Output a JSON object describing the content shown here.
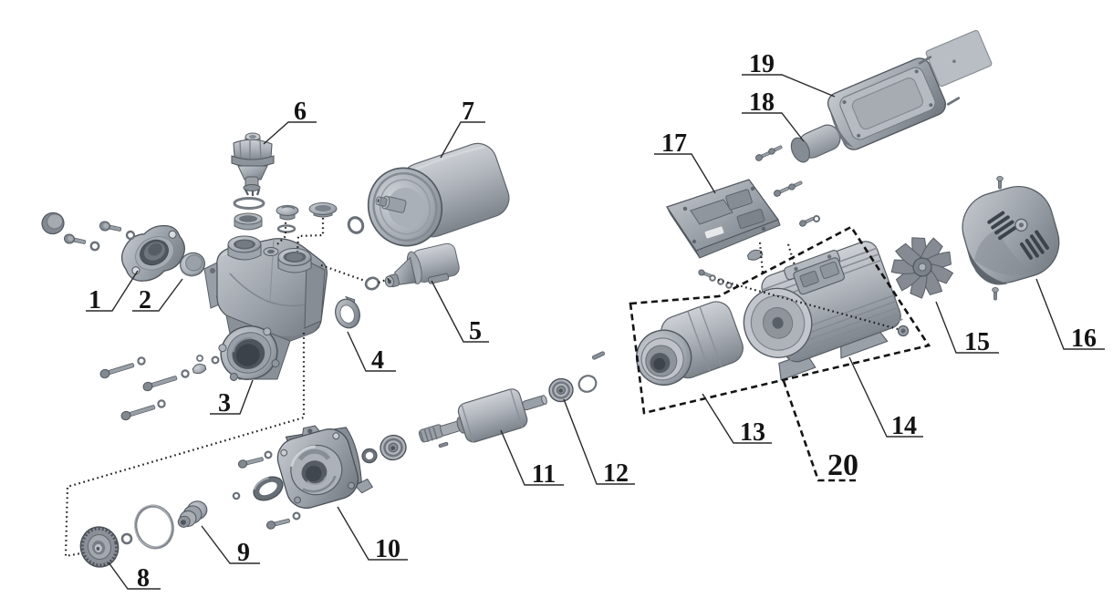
{
  "diagram": {
    "type": "exploded-parts-diagram",
    "subject": "jet-pump-exploded-view",
    "background_color": "#ffffff",
    "line_color": "#1c1c1c",
    "part_fill_color": "#aeb3ba",
    "part_shadow_color": "#6e747c",
    "part_highlight_color": "#d4d7db",
    "group_box": {
      "label": "20",
      "style": "dashed"
    }
  },
  "parts": [
    {
      "label": "1"
    },
    {
      "label": "2"
    },
    {
      "label": "3"
    },
    {
      "label": "4"
    },
    {
      "label": "5"
    },
    {
      "label": "6"
    },
    {
      "label": "7"
    },
    {
      "label": "8"
    },
    {
      "label": "9"
    },
    {
      "label": "10"
    },
    {
      "label": "11"
    },
    {
      "label": "12"
    },
    {
      "label": "13"
    },
    {
      "label": "14"
    },
    {
      "label": "15"
    },
    {
      "label": "16"
    },
    {
      "label": "17"
    },
    {
      "label": "18"
    },
    {
      "label": "19"
    },
    {
      "label": "20"
    }
  ]
}
